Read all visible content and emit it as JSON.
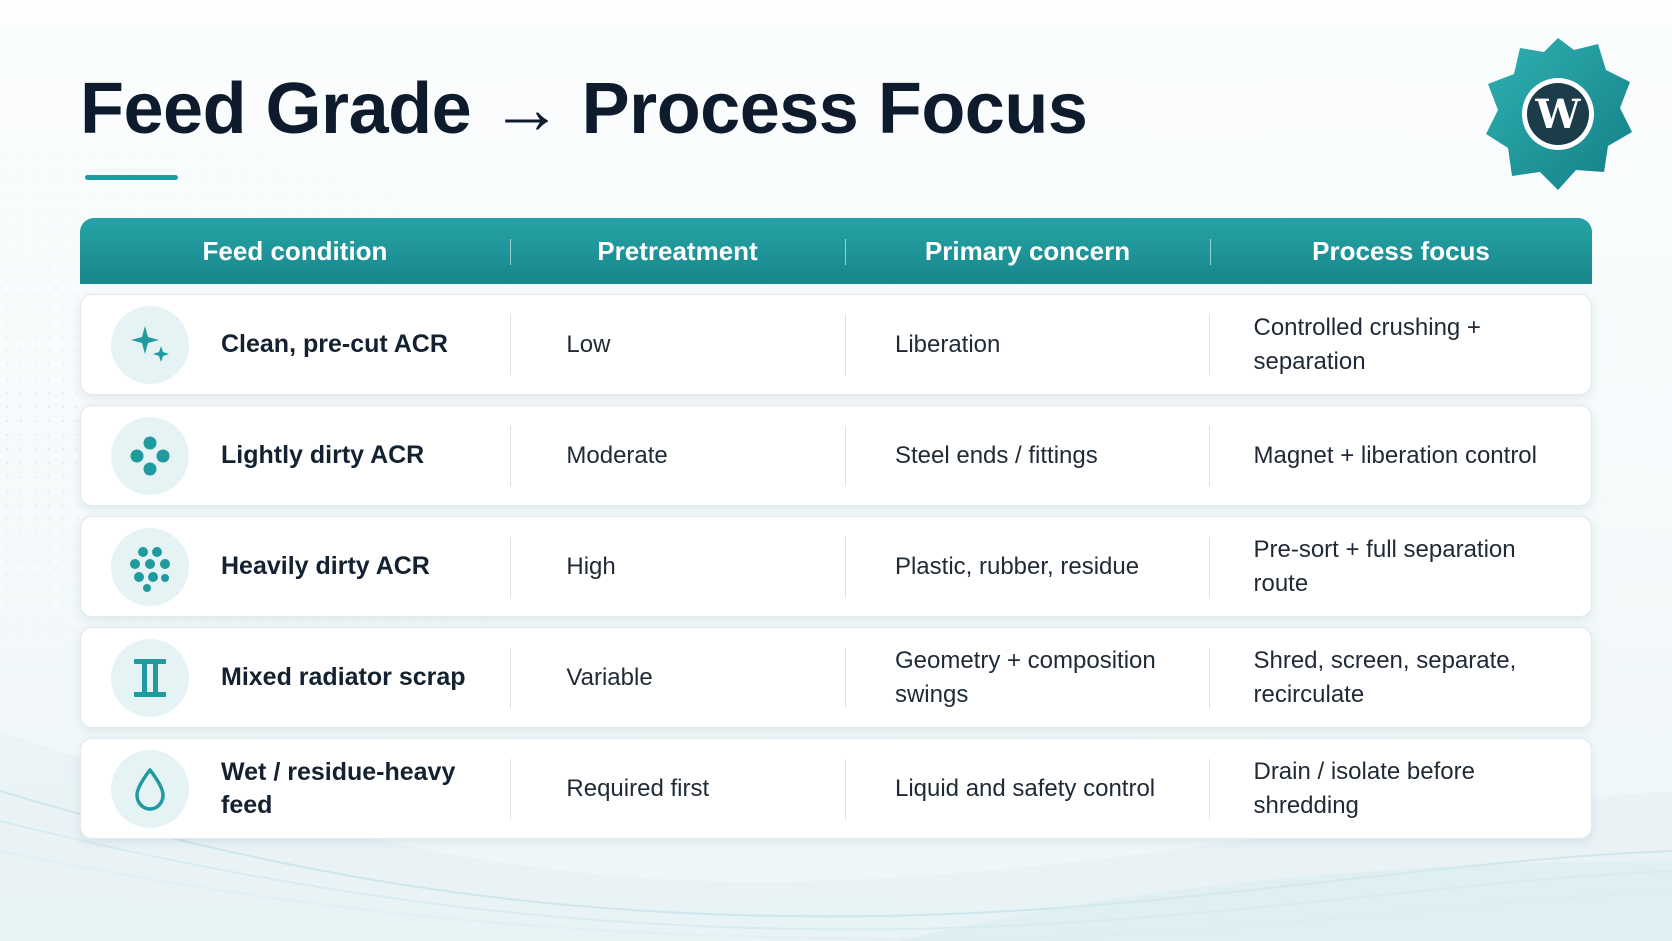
{
  "title": "Feed Grade → Process Focus",
  "accent_color": "#1f9a9e",
  "header_color": "#17878c",
  "logo": {
    "icon": "gear-logo-icon",
    "monogram": "W"
  },
  "table": {
    "headers": [
      "Feed condition",
      "Pretreatment",
      "Primary concern",
      "Process focus"
    ],
    "rows": [
      {
        "icon": "sparkle-icon",
        "feed_condition": "Clean, pre-cut ACR",
        "pretreatment": "Low",
        "primary_concern": "Liberation",
        "process_focus": "Controlled crushing + separation"
      },
      {
        "icon": "four-dots-icon",
        "feed_condition": "Lightly dirty ACR",
        "pretreatment": "Moderate",
        "primary_concern": "Steel ends / fittings",
        "process_focus": "Magnet + liberation control"
      },
      {
        "icon": "many-dots-icon",
        "feed_condition": "Heavily dirty ACR",
        "pretreatment": "High",
        "primary_concern": "Plastic, rubber, residue",
        "process_focus": "Pre-sort + full separation route"
      },
      {
        "icon": "beam-icon",
        "feed_condition": "Mixed radiator scrap",
        "pretreatment": "Variable",
        "primary_concern": "Geometry + composition swings",
        "process_focus": "Shred, screen, separate, recirculate"
      },
      {
        "icon": "droplet-icon",
        "feed_condition": "Wet / residue-heavy feed",
        "pretreatment": "Required first",
        "primary_concern": "Liquid and safety control",
        "process_focus": "Drain / isolate before shredding"
      }
    ]
  }
}
